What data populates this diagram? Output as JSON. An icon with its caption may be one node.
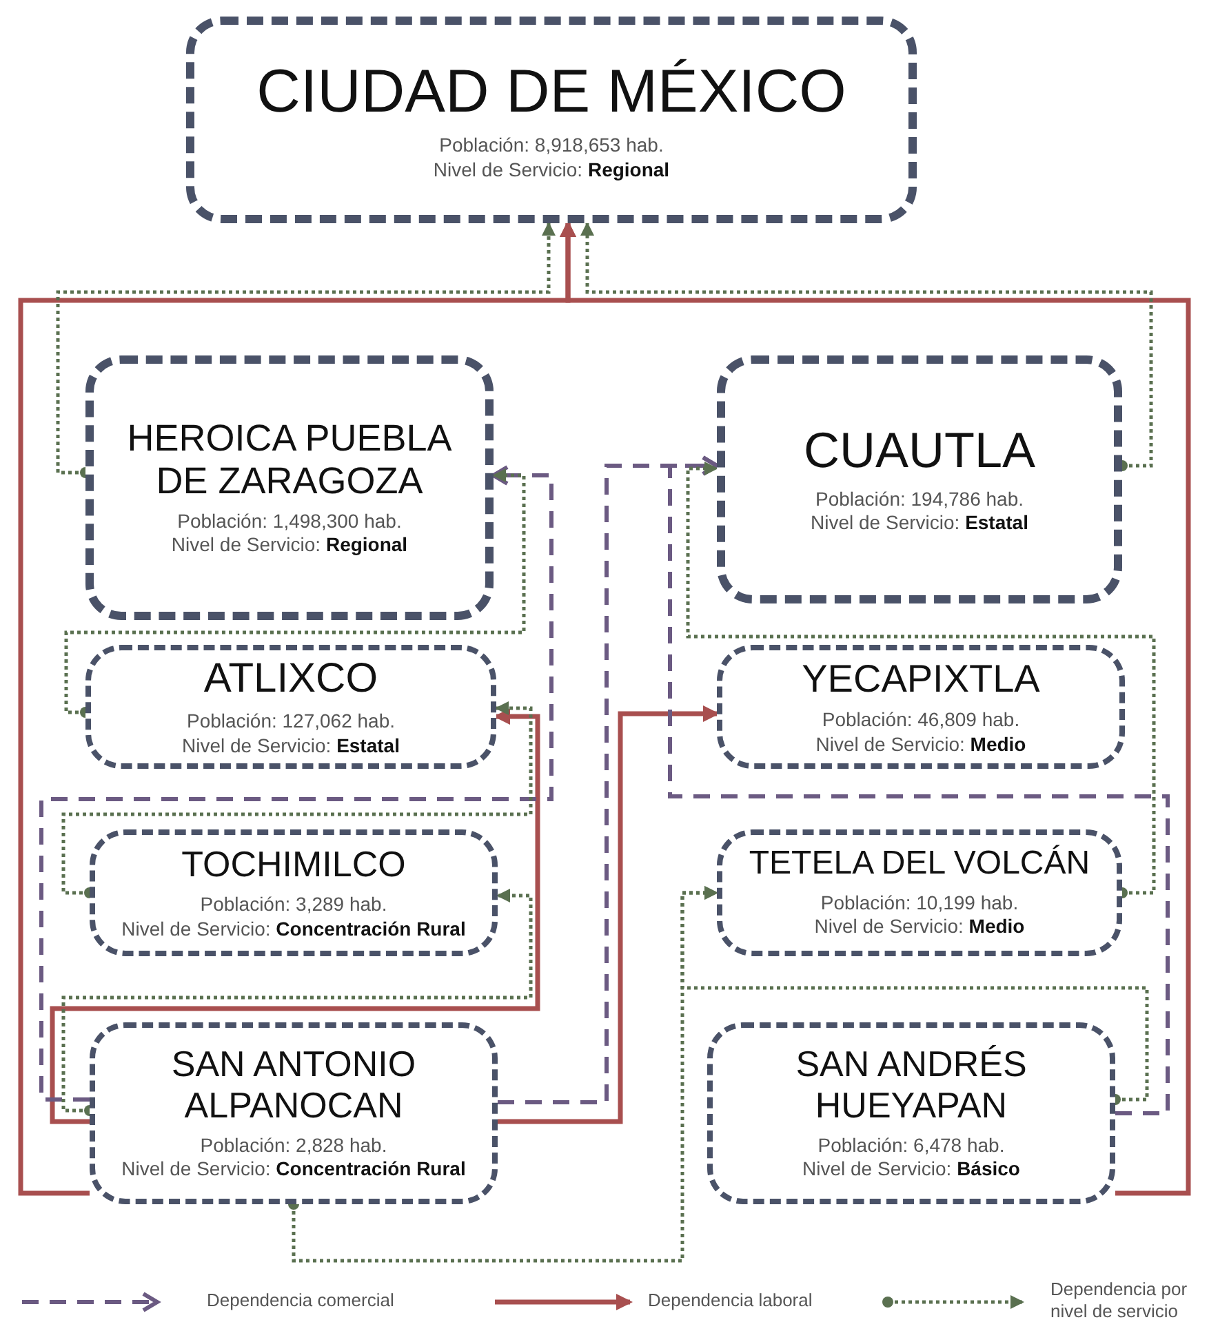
{
  "diagram": {
    "nodes": [
      {
        "text": [
          "CIUDAD DE MÉXICO",
          "Población: 8,918,653 hab.",
          "Nivel de Servicio: **Regional**"
        ]
      },
      {
        "text": [
          "HEROICA PUEBLA DE ZARAGOZA",
          "Población:  1,498,300 hab.",
          "Nivel de Servicio: **Regional**"
        ]
      },
      {
        "text": [
          "ATLIXCO",
          "Población: 127,062 hab.",
          "Nivel de Servicio: **Estatal**"
        ]
      },
      {
        "text": [
          "TOCHIMILCO",
          "Población: 3,289 hab.",
          "Nivel de Servicio: **Concentración Rural**"
        ]
      },
      {
        "text": [
          "SAN ANTONIO ALPANOCAN",
          "Población: 2,828 hab.",
          "Nivel de Servicio: **Concentración Rural**"
        ]
      },
      {
        "text": [
          "CUAUTLA",
          "Población:  194,786 hab.",
          "Nivel de Servicio: **Estatal**"
        ]
      },
      {
        "text": [
          "YECAPIXTLA",
          "Población: 46,809 hab.",
          "Nivel de Servicio: **Medio**"
        ]
      },
      {
        "text": [
          "TETELA DEL VOLCÁN",
          "Población: 10,199 hab.",
          "Nivel de Servicio: **Medio**"
        ]
      },
      {
        "text": [
          "SAN ANDRÉS HUEYAPAN",
          "Población: 6,478 hab.",
          "Nivel de Servicio: **Básico**"
        ]
      }
    ],
    "edges": [
      {
        "from": 4,
        "to": 0,
        "arrow": "to",
        "color": "#a84f4f"
      },
      {
        "from": 8,
        "to": 0,
        "arrow": "to",
        "color": "#a84f4f"
      },
      {
        "from": 4,
        "to": 2,
        "arrow": "to",
        "color": "#a84f4f"
      },
      {
        "from": 4,
        "to": 6,
        "arrow": "to",
        "color": "#a84f4f"
      },
      {
        "from": 4,
        "to": 1,
        "arrow": "to",
        "style": "dashed",
        "color": "#6b5a82"
      },
      {
        "from": 4,
        "to": 5,
        "arrow": "to",
        "style": "dashed",
        "color": "#6b5a82"
      },
      {
        "from": 8,
        "to": 5,
        "arrow": "to",
        "style": "dashed",
        "color": "#6b5a82"
      },
      {
        "from": 1,
        "to": 0,
        "arrow": "to",
        "style": "dashed",
        "color": "#5a7050"
      },
      {
        "from": 5,
        "to": 0,
        "arrow": "to",
        "style": "dashed",
        "color": "#5a7050"
      },
      {
        "from": 2,
        "to": 1,
        "arrow": "to",
        "style": "dashed",
        "color": "#5a7050"
      },
      {
        "from": 3,
        "to": 2,
        "arrow": "to",
        "style": "dashed",
        "color": "#5a7050"
      },
      {
        "from": 4,
        "to": 3,
        "arrow": "to",
        "style": "dashed",
        "color": "#5a7050"
      },
      {
        "from": 7,
        "to": 5,
        "arrow": "to",
        "style": "dashed",
        "color": "#5a7050"
      },
      {
        "from": 8,
        "to": 7,
        "arrow": "to",
        "style": "dashed",
        "color": "#5a7050"
      },
      {
        "from": 4,
        "to": 7,
        "arrow": "to",
        "style": "dashed",
        "color": "#5a7050"
      }
    ],
    "legend": [
      {
        "text": "Dependencia comercial"
      },
      {
        "text": "Dependencia laboral"
      },
      {
        "text": "Dependencia por nivel de servicio"
      }
    ]
  }
}
